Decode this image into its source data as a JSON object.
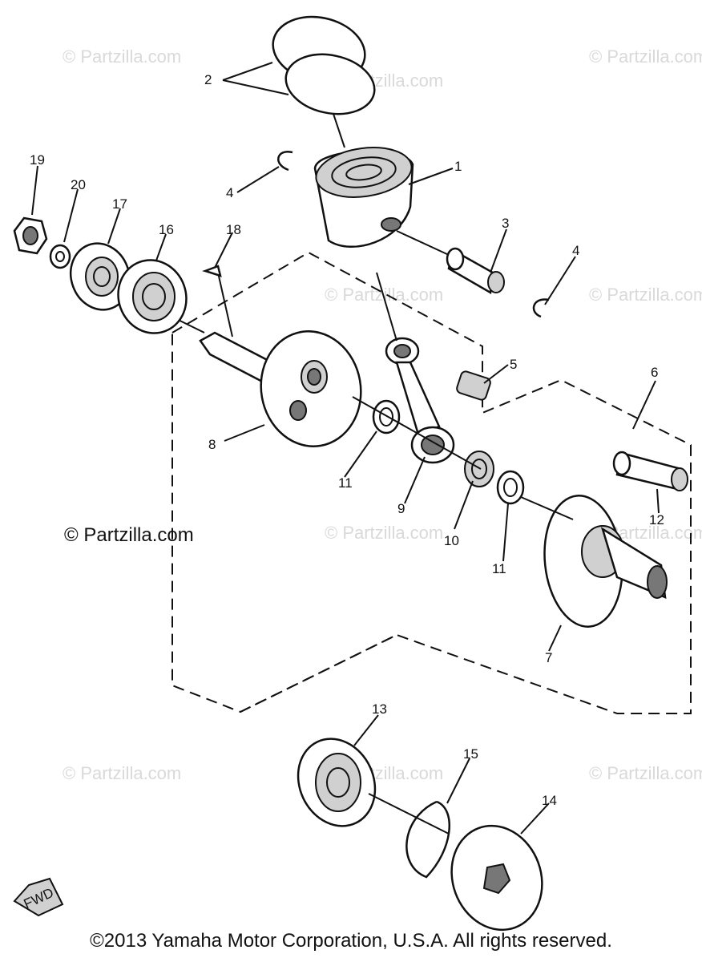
{
  "watermark": "© Partzilla.com",
  "side_watermark": "© Partzilla.com",
  "copyright": "©2013 Yamaha Motor Corporation, U.S.A. All rights reserved.",
  "fwd_label": "FWD",
  "callouts": {
    "c1": "1",
    "c2": "2",
    "c3": "3",
    "c4a": "4",
    "c4b": "4",
    "c5": "5",
    "c6": "6",
    "c7": "7",
    "c8": "8",
    "c9": "9",
    "c10": "10",
    "c11a": "11",
    "c11b": "11",
    "c12": "12",
    "c13": "13",
    "c14": "14",
    "c15": "15",
    "c16": "16",
    "c17": "17",
    "c18": "18",
    "c19": "19",
    "c20": "20"
  }
}
